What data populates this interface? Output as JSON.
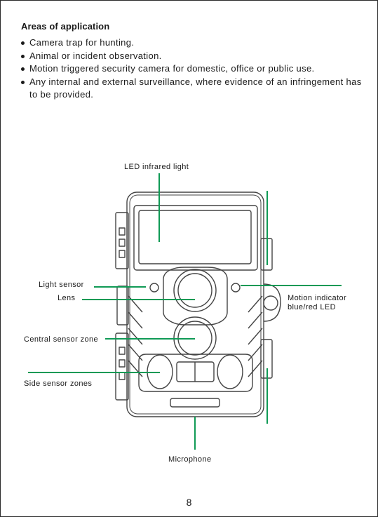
{
  "section": {
    "heading": "Areas of application",
    "items": [
      "Camera trap for hunting.",
      "Animal or incident observation.",
      "Motion triggered security camera for domestic, office or public use.",
      "Any internal and external surveillance, where evidence of an infringement has to be provided."
    ]
  },
  "diagram": {
    "led_infrared_light": "LED infrared light",
    "light_sensor": "Light sensor",
    "lens": "Lens",
    "central_sensor_zone": "Central sensor zone",
    "side_sensor_zones": "Side sensor zones",
    "microphone": "Microphone",
    "motion_indicator_line1": "Motion indicator",
    "motion_indicator_line2": "blue/red LED",
    "callout_color": "#0f9a55"
  },
  "page_number": "8"
}
